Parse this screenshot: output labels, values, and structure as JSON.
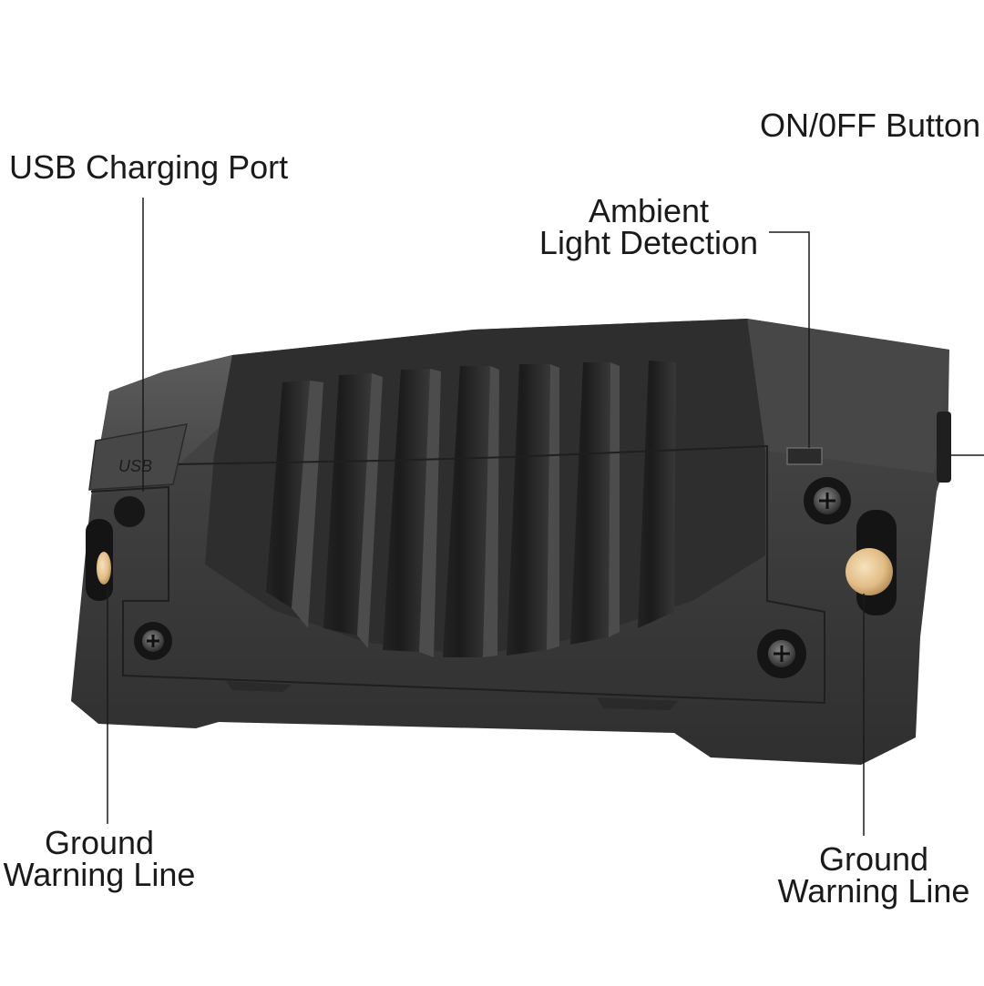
{
  "callouts": {
    "usb_port": "USB Charging Port",
    "on_off_button": "ON/0FF Button",
    "ambient_light": [
      "Ambient",
      "Light Detection"
    ],
    "ground_line_left": [
      "Ground",
      "Warning Line"
    ],
    "ground_line_right": [
      "Ground",
      "Warning Line"
    ]
  },
  "device": {
    "usb_engraving": "USB"
  },
  "colors": {
    "body": "#3d3d3d",
    "body_dark": "#262626",
    "body_light": "#5a5a5a",
    "sensor_gold": "#e6c48e",
    "leader_line": "#1a1a1a"
  }
}
